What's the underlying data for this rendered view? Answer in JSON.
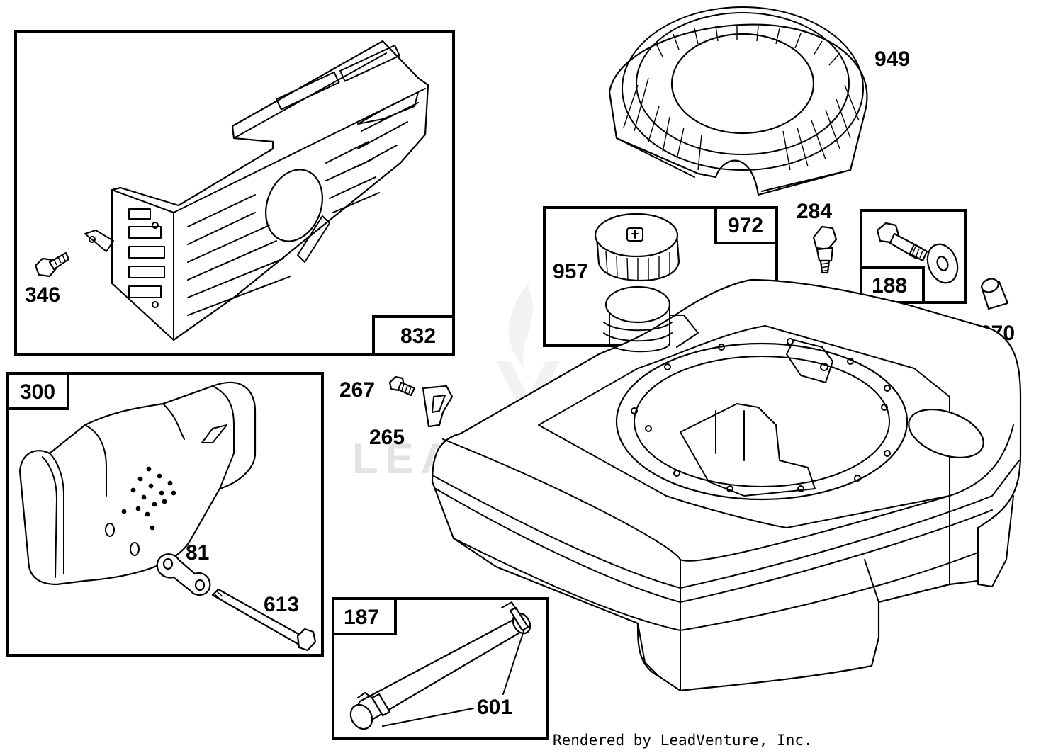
{
  "watermark": "LEADVENTURE",
  "footer": "Rendered by LeadVenture, Inc.",
  "callouts": {
    "p949": "949",
    "p972": "972",
    "p957": "957",
    "p284": "284",
    "p188": "188",
    "p670": "670",
    "p832": "832",
    "p346": "346",
    "p300": "300",
    "p267": "267",
    "p265": "265",
    "p81": "81",
    "p613": "613",
    "p187": "187",
    "p601": "601"
  }
}
